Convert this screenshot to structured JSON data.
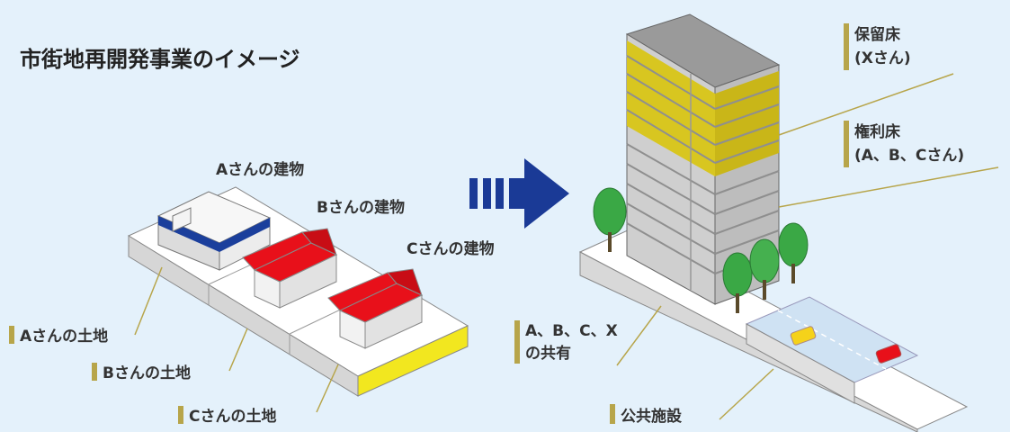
{
  "title": "市街地再開発事業のイメージ",
  "before": {
    "buildings": {
      "a": "Aさんの建物",
      "b": "Bさんの建物",
      "c": "Cさんの建物"
    },
    "lands": {
      "a": "Aさんの土地",
      "b": "Bさんの土地",
      "c": "Cさんの土地"
    }
  },
  "after": {
    "reserved_floor": {
      "line1": "保留床",
      "line2": "(Xさん)"
    },
    "rights_floor": {
      "line1": "権利床",
      "line2": "(A、B、Cさん)"
    },
    "shared": {
      "line1": "A、B、C、X",
      "line2": "の共有"
    },
    "public_facility": "公共施設"
  },
  "colors": {
    "background": "#e4f1fb",
    "roof_red": "#e8101a",
    "roof_blue": "#1b3f9c",
    "arrow_blue": "#1a3a96",
    "reserved_yellow": "#d8c620",
    "land_yellow": "#f5ec2a",
    "tree_green": "#3aa845",
    "tag_marker": "#b7a54a"
  }
}
